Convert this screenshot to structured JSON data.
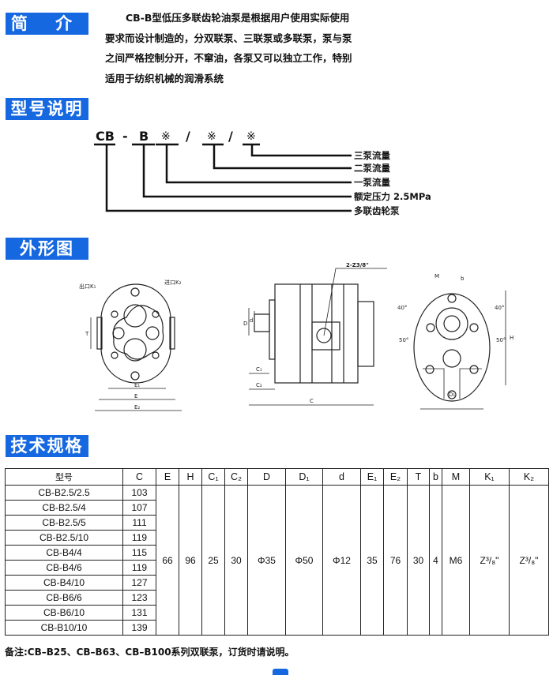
{
  "sections": {
    "intro_title": "简 介",
    "model_title": "型号说明",
    "outline_title": "外形图",
    "spec_title": "技术规格"
  },
  "intro": {
    "lines": [
      "CB-B型低压多联齿轮油泵是根据用户使用实际使用",
      "要求而设计制造的，分双联泵、三联泵或多联泵，泵与泵",
      "之间严格控制分开，不窜油，各泵又可以独立工作，特别",
      "适用于纺织机械的润滑系统"
    ]
  },
  "model_code": {
    "parts": [
      "CB",
      "-",
      "B",
      "※",
      "/",
      "※",
      "/",
      "※"
    ],
    "labels": [
      "三泵流量",
      "二泵流量",
      "一泵流量",
      "额定压力 2.5MPa",
      "多联齿轮泵"
    ]
  },
  "drawing": {
    "outlet": "出口K₁",
    "inlet": "进口K₂",
    "port": "2-Z3/8\"",
    "dims": [
      "T",
      "E₁",
      "E",
      "E₂",
      "D",
      "d",
      "C₁",
      "C₂",
      "C",
      "M",
      "b",
      "40°",
      "40°",
      "50°",
      "50°",
      "H",
      "D₁"
    ]
  },
  "spec_table": {
    "headers": [
      "型号",
      "C",
      "E",
      "H",
      "C₁",
      "C₂",
      "D",
      "D₁",
      "d",
      "E₁",
      "E₂",
      "T",
      "b",
      "M",
      "K₁",
      "K₂"
    ],
    "rows": [
      [
        "CB-B2.5/2.5",
        "103"
      ],
      [
        "CB-B2.5/4",
        "107"
      ],
      [
        "CB-B2.5/5",
        "111"
      ],
      [
        "CB-B2.5/10",
        "119"
      ],
      [
        "CB-B4/4",
        "115"
      ],
      [
        "CB-B4/6",
        "119"
      ],
      [
        "CB-B4/10",
        "127"
      ],
      [
        "CB-B6/6",
        "123"
      ],
      [
        "CB-B6/10",
        "131"
      ],
      [
        "CB-B10/10",
        "139"
      ]
    ],
    "shared": [
      "66",
      "96",
      "25",
      "30",
      "Φ35",
      "Φ50",
      "Φ12",
      "35",
      "76",
      "30",
      "4",
      "M6",
      "Z³/₈\"",
      "Z³/₈\""
    ]
  },
  "note": "备注:CB–B25、CB–B63、CB–B100系列双联泵，订货时请说明。"
}
